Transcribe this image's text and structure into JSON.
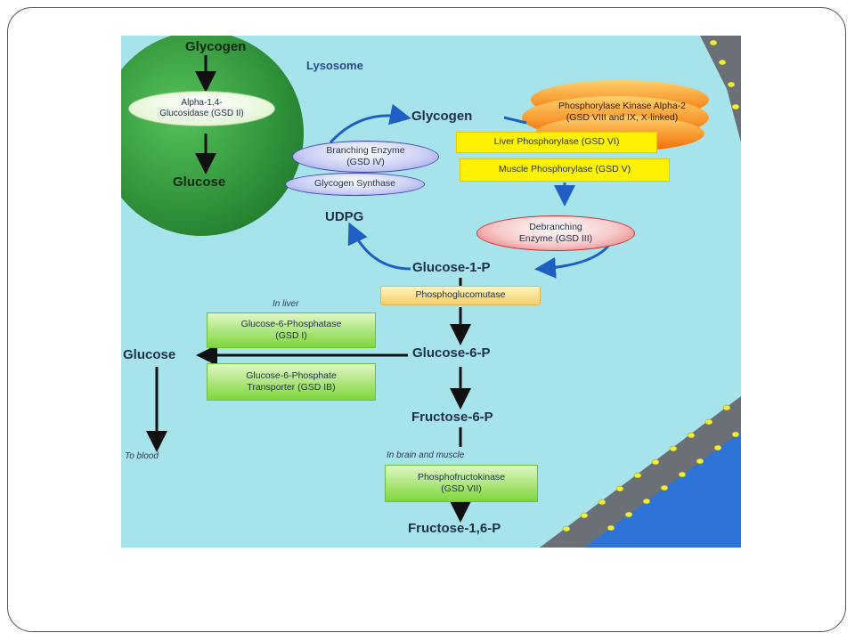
{
  "lysosome": {
    "title": "Lysosome",
    "glycogen": "Glycogen",
    "enzyme": "Alpha-1,4-\nGlucosidase (GSD II)",
    "glucose": "Glucose"
  },
  "nodes": {
    "glycogen": "Glycogen",
    "udpg": "UDPG",
    "glucose_1_p": "Glucose-1-P",
    "glucose_6_p": "Glucose-6-P",
    "fructose_6_p": "Fructose-6-P",
    "fructose_16_p": "Fructose-1,6-P",
    "glucose": "Glucose"
  },
  "enzymes": {
    "branching": "Branching Enzyme\n(GSD IV)",
    "glycogen_synthase": "Glycogen Synthase",
    "phosphorylase_kinase": "Phosphorylase Kinase Alpha-2\n(GSD VIII and IX, X-linked)",
    "liver_phosphorylase": "Liver Phosphorylase (GSD VI)",
    "muscle_phosphorylase": "Muscle Phosphorylase (GSD V)",
    "debranching": "Debranching\nEnzyme (GSD III)",
    "phosphoglucomutase": "Phosphoglucomutase",
    "g6pase": "Glucose-6-Phosphatase\n(GSD I)",
    "g6p_transporter": "Glucose-6-Phosphate\nTransporter (GSD IB)",
    "pfk": "Phosphofructokinase\n(GSD VII)"
  },
  "notes": {
    "in_liver": "In liver",
    "in_brain_muscle": "In brain and muscle",
    "to_blood": "To blood"
  },
  "colors": {
    "background": "#a7e3ea",
    "lysosome": "#2f9a3a",
    "arrow_blue": "#1f5fc4",
    "arrow_black": "#111111",
    "membrane": "#6b7077",
    "membrane_dots": "#f2ec3a",
    "outer_region": "#2e74d6"
  }
}
